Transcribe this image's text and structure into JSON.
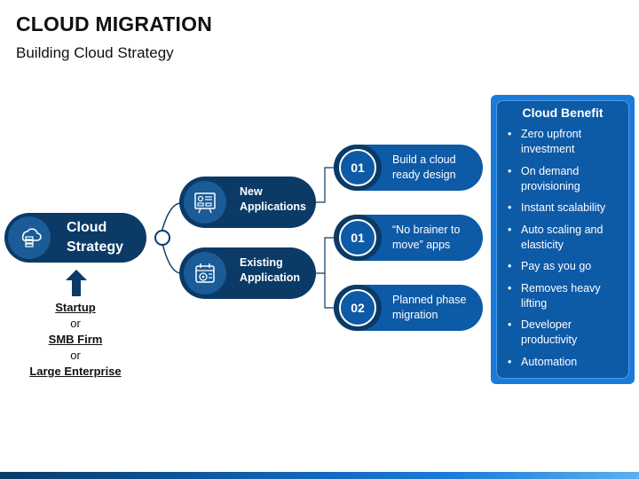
{
  "header": {
    "title": "CLOUD MIGRATION",
    "subtitle": "Building Cloud Strategy"
  },
  "strategy": {
    "label_line1": "Cloud",
    "label_line2": "Strategy",
    "icon": "cloud-server-icon"
  },
  "org_sizes": {
    "startup": "Startup",
    "or1": "or",
    "smb": "SMB Firm",
    "or2": "or",
    "enterprise": "Large Enterprise"
  },
  "applications": [
    {
      "line1": "New",
      "line2": "Applications",
      "icon": "design-board-icon"
    },
    {
      "line1": "Existing",
      "line2": "Application",
      "icon": "calendar-settings-icon"
    }
  ],
  "steps": [
    {
      "num": "01",
      "line1": "Build a cloud",
      "line2": "ready design"
    },
    {
      "num": "01",
      "line1": "“No brainer to",
      "line2": "move” apps"
    },
    {
      "num": "02",
      "line1": "Planned phase",
      "line2": "migration"
    }
  ],
  "benefits": {
    "title": "Cloud Benefit",
    "items": [
      "Zero upfront investment",
      "On demand provisioning",
      "Instant scalability",
      "Auto scaling and elasticity",
      "Pay as you go",
      "Removes heavy lifting",
      "Developer productivity",
      "Automation"
    ]
  },
  "colors": {
    "dark_navy": "#0b3a66",
    "mid_blue": "#0d5aa7",
    "light_blue": "#1a7bd9"
  }
}
